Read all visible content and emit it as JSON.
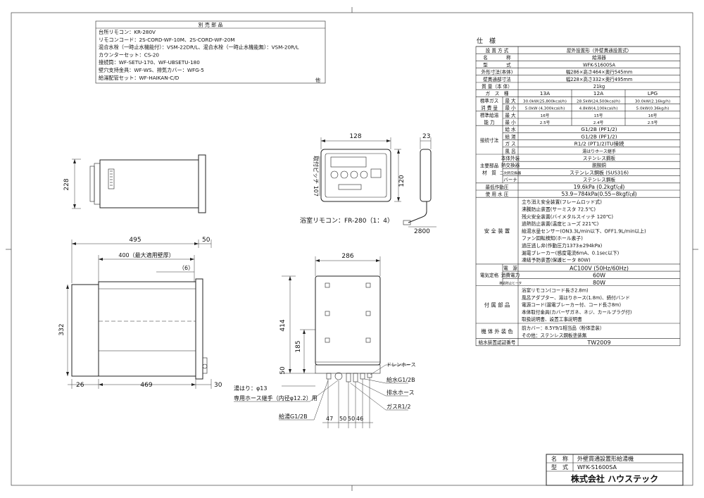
{
  "options": {
    "header": "別 売 部 品",
    "rows": [
      {
        "label": "台所リモコン",
        "value": "KR-280V"
      },
      {
        "label": "リモコンコード",
        "value": "2S-CORD-WF-10M、2S-CORD-WF-20M"
      },
      {
        "label": "混合水栓（一時止水機能付）",
        "value": "VSM-22DR/L、混合水栓（一時止水機能無）：VSM-20R/L"
      },
      {
        "label": "カウンターセット",
        "value": "CS-20"
      },
      {
        "label": "接続筒",
        "value": "WF-SETU-170、WF-UBSETU-180"
      },
      {
        "label": "壁穴支持金具",
        "value": "WF-WS、排気カバー：WFG-5"
      },
      {
        "label": "給湯配管セット",
        "value": "WF-HAIKAN-C/D"
      }
    ],
    "other": "他"
  },
  "spec": {
    "title": "仕　様",
    "rows": [
      {
        "label": "設 置 方 式",
        "value": "屋外設置形（外壁貫通設置式）"
      },
      {
        "label": "名　　　　称",
        "value": "給湯器"
      },
      {
        "label": "型　　　　式",
        "value": "WFK-S1600SA"
      },
      {
        "label": "外形寸法(本体)",
        "value": "幅286×高さ464×奥行545mm"
      },
      {
        "label": "壁貫通部寸法",
        "value": "幅228×高さ332×奥行495mm"
      },
      {
        "label": "質 量（本 体）",
        "value": "21kg"
      }
    ],
    "gas_label": "ガ　ス　種",
    "gas_types": [
      "13A",
      "12A",
      "LPG"
    ],
    "consumption": {
      "label1": "標準ガス",
      "label2": "消 費 量",
      "rows": [
        {
          "sub": "最 大",
          "values": [
            "30.0kW(25,800kcal/h)",
            "28.5kW(24,500kcal/h)",
            "30.0kW(2.16kg/h)"
          ]
        },
        {
          "sub": "最 小",
          "values": [
            "5.0kW (4,300kcal/h)",
            "4.8kW(4,100kcal/h)",
            "5.0kW(0.36kg/h)"
          ]
        }
      ]
    },
    "capacity": {
      "label1": "標準給湯",
      "label2": "能 力",
      "rows": [
        {
          "sub": "最 大",
          "values": [
            "16号",
            "15号",
            "16号"
          ]
        },
        {
          "sub": "最 小",
          "values": [
            "2.5号",
            "2.4号",
            "2.5号"
          ]
        }
      ]
    },
    "connection": {
      "label": "接続寸法",
      "rows": [
        {
          "sub": "給 水",
          "value": "G1/2B (PF1/2)"
        },
        {
          "sub": "給 湯",
          "value": "G1/2B (PF1/2)"
        },
        {
          "sub": "ガ ス",
          "value": "R1/2 (PT1/2)TU接続"
        },
        {
          "sub": "風 呂",
          "value": "湯はりホース継手"
        }
      ]
    },
    "material": {
      "label1": "主要部品",
      "label2": "材　質",
      "rows": [
        {
          "sub": "本体外装",
          "value": "ステンレス鋼板"
        },
        {
          "sub": "熱交換器",
          "value": "脱酸銅"
        },
        {
          "sub": "二次熱交換器",
          "value": "ステンレス鋼板 (SUS316)"
        },
        {
          "sub": "バーナ",
          "value": "ステンレス鋼板"
        }
      ]
    },
    "gas_pressure": {
      "label": "最低作動圧",
      "value": "19.6kPa (0.2kgf/㎠)"
    },
    "water_pressure": {
      "label": "使 用 水 圧",
      "value": "53.9~784kPa(0.55~8kgf/㎠)"
    },
    "safety": {
      "label": "安 全 装 置",
      "items": [
        "立ち消え安全装置(フレームロッド式)",
        "沸騰防止装置(サーミスタ 72.5℃)",
        "残火安全装置(バイメタルスイッチ 120℃)",
        "過熱防止装置(温度ヒューズ 221℃)",
        "給湯水量センサー(ON3.3L/min以下、OFF1.9L/min以上)",
        "ファン回転検知(ホール素子)",
        "過圧逃し弁(作動圧力1373±294kPa)",
        "漏電ブレーカー(感度電流6mA、0.1sec以下)",
        "凍結予防装置(保護ヒータ 80W)"
      ]
    },
    "electric": {
      "label": "電気定格",
      "rows": [
        {
          "sub": "電　源",
          "value": "AC100V (50Hz/60Hz)"
        },
        {
          "sub": "消費電力",
          "value": "60W"
        },
        {
          "sub": "凍結防止ヒータ",
          "value": "80W"
        }
      ]
    },
    "accessories": {
      "label": "付 属 部 品",
      "items": [
        "浴室リモコン(コード長さ2.8m)",
        "風呂アダプター、湯はりホース(1.8m)、締付バンド",
        "電源コード(漏電ブレーカー付、コード長さ8m)",
        "本体取付金具(カバーザガネ、ネジ、カールプラグ付)",
        "取扱説明書、設置工事説明書"
      ]
    },
    "exterior": {
      "label": "機 体 外 装 色",
      "items": [
        "前カバー：8.5Y9/1相当品（粉体塗装）",
        "その他：ステンレス鋼板塗装無"
      ]
    },
    "cert": {
      "label": "給水装置認証番号",
      "value": "TW2009"
    }
  },
  "remote": {
    "caption": "浴室リモコン：FR-280（1：4）",
    "dims": {
      "width": "128",
      "depth": "23",
      "height": "120",
      "pitch": "取付ピッチ 107",
      "cord": "2800"
    }
  },
  "side_view": {
    "dims": {
      "h228": "228"
    }
  },
  "bottom_view": {
    "dims": {
      "d495": "495",
      "d50": "50",
      "d400": "400（最大適用壁厚）",
      "d6": "（6）",
      "d332": "332",
      "d26": "26",
      "d469": "469",
      "d30": "30"
    }
  },
  "front_view": {
    "dims": {
      "w286": "286",
      "h414": "414",
      "h185": "185",
      "h50": "50",
      "b47": "47",
      "b50a": "50",
      "b50b": "50",
      "b46": "46"
    },
    "labels": {
      "drain": "ドレンホース",
      "water": "給水G1/2B",
      "drain_water": "排水ホース",
      "gas": "ガスR1/2",
      "bath": "湯はり：φ13",
      "hose": "専用ホース継手（内径φ12.2）用",
      "hot": "給湯G1/2B"
    }
  },
  "title_block": {
    "name_label": "名　称",
    "name_value": "外壁貫通設置形給湯機",
    "model_label": "型　式",
    "model_value": "WFK-S1600SA",
    "company": "株式会社 ハウステック"
  }
}
